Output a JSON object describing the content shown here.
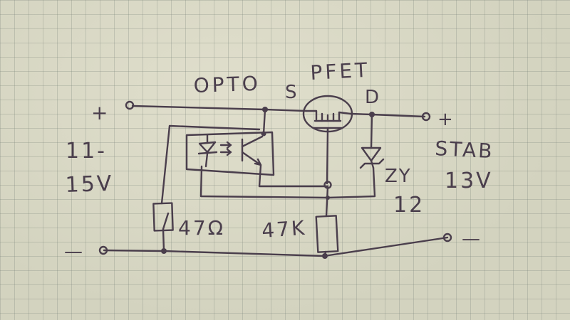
{
  "labels": {
    "plus_in": "+",
    "minus_in": "—",
    "opto": "OPTO",
    "source": "S",
    "pfet": "PFET",
    "drain": "D",
    "plus_out": "+",
    "minus_out": "—",
    "vin_line1": "11-",
    "vin_line2": "15V",
    "stab": "STAB",
    "stab_v": "13V",
    "zener_line1": "ZY",
    "zener_line2": "12",
    "pot": "47Ω",
    "res": "47K"
  },
  "colors": {
    "ink": "#4a3e4c",
    "paper": "#d3d3bf",
    "grid": "#8a9488"
  }
}
